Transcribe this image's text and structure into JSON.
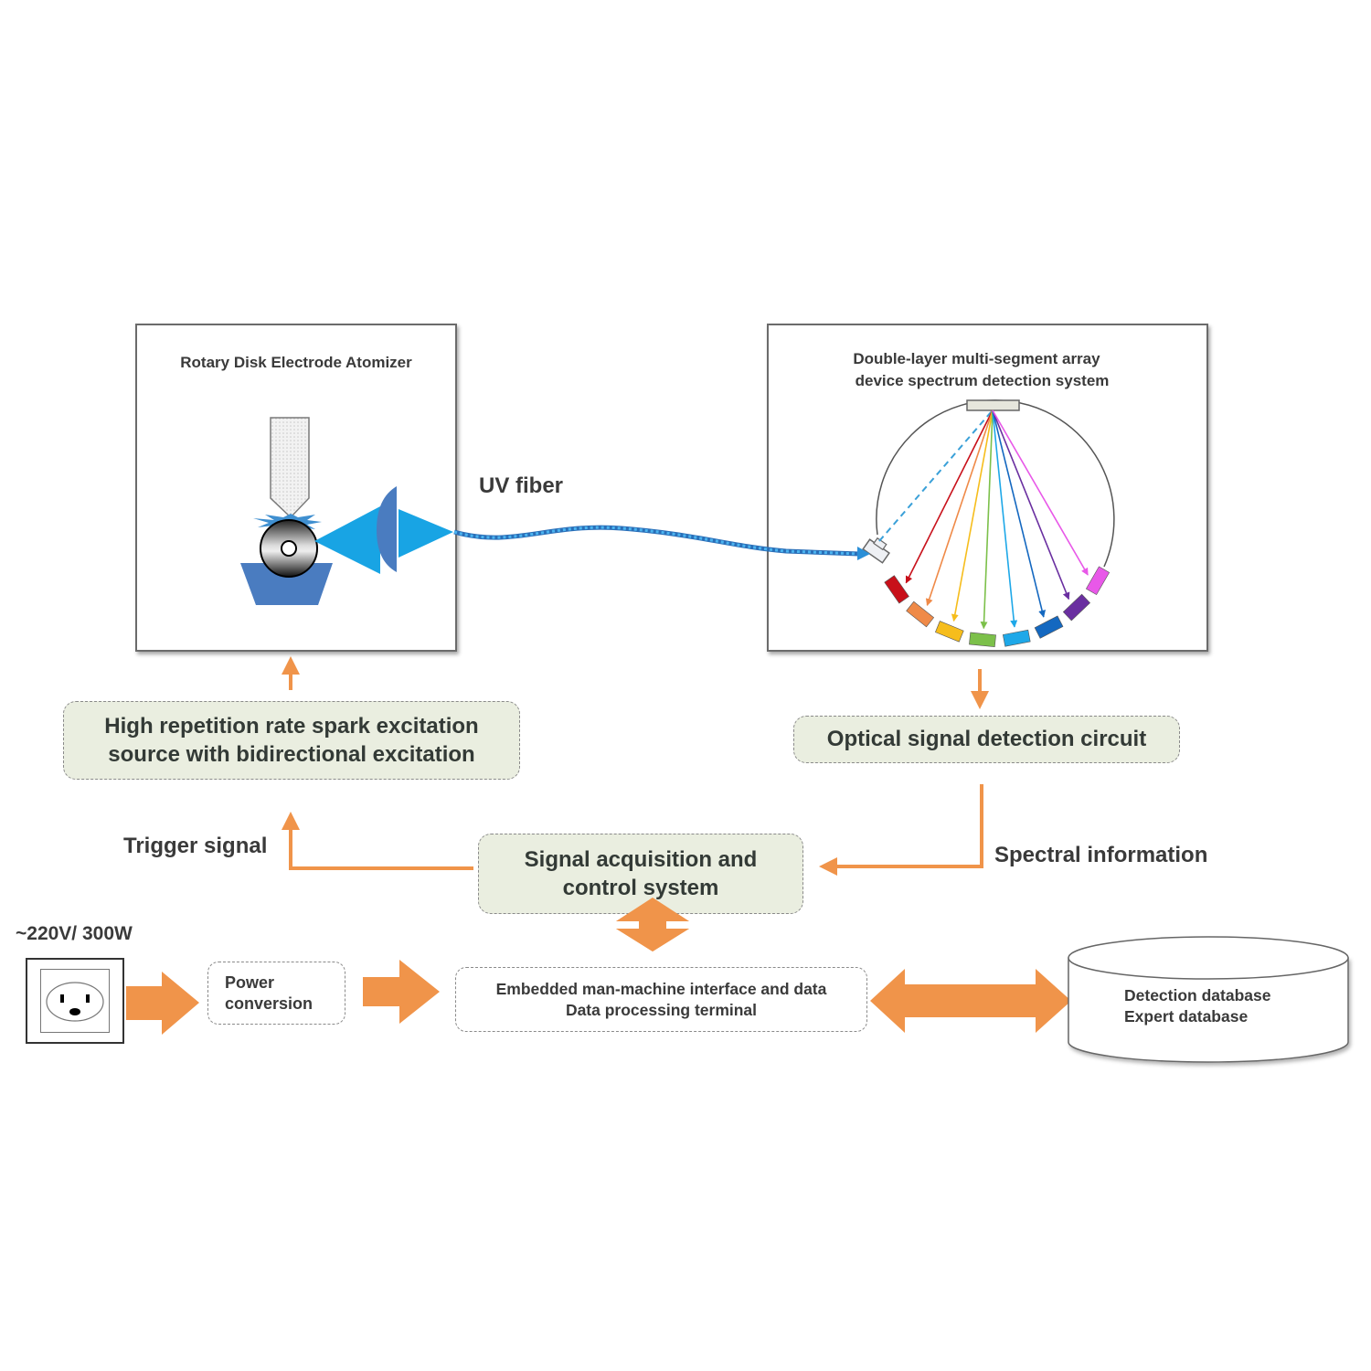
{
  "atomizer": {
    "title": "Rotary Disk Electrode Atomizer"
  },
  "spectrometer": {
    "title_line1": "Double-layer multi-segment array",
    "title_line2": "device spectrum detection system",
    "detector_colors": [
      "#c8101a",
      "#ef8a48",
      "#f6bd1c",
      "#7cc04a",
      "#1ea8e8",
      "#1468c0",
      "#6a2fa0",
      "#e858e8"
    ]
  },
  "fiber": {
    "label": "UV fiber",
    "color": "#2a8fd8"
  },
  "spark_source": {
    "line1": "High repetition rate spark excitation",
    "line2": "source with bidirectional excitation"
  },
  "optical_circuit": {
    "label": "Optical signal detection circuit"
  },
  "signal_system": {
    "line1": "Signal acquisition and",
    "line2": "control system"
  },
  "trigger": {
    "label": "Trigger signal"
  },
  "spectral": {
    "label": "Spectral information"
  },
  "power": {
    "rating": "~220V/ 300W",
    "conversion_line1": "Power",
    "conversion_line2": "conversion"
  },
  "terminal": {
    "line1": "Embedded man-machine interface and data",
    "line2": "Data processing terminal"
  },
  "database": {
    "line1": "Detection database",
    "line2": "Expert database"
  },
  "colors": {
    "arrow_orange": "#f0944a",
    "box_fill": "#eaeee0",
    "optics_blue": "#18a4e4",
    "holder_blue": "#4a7cc0"
  }
}
